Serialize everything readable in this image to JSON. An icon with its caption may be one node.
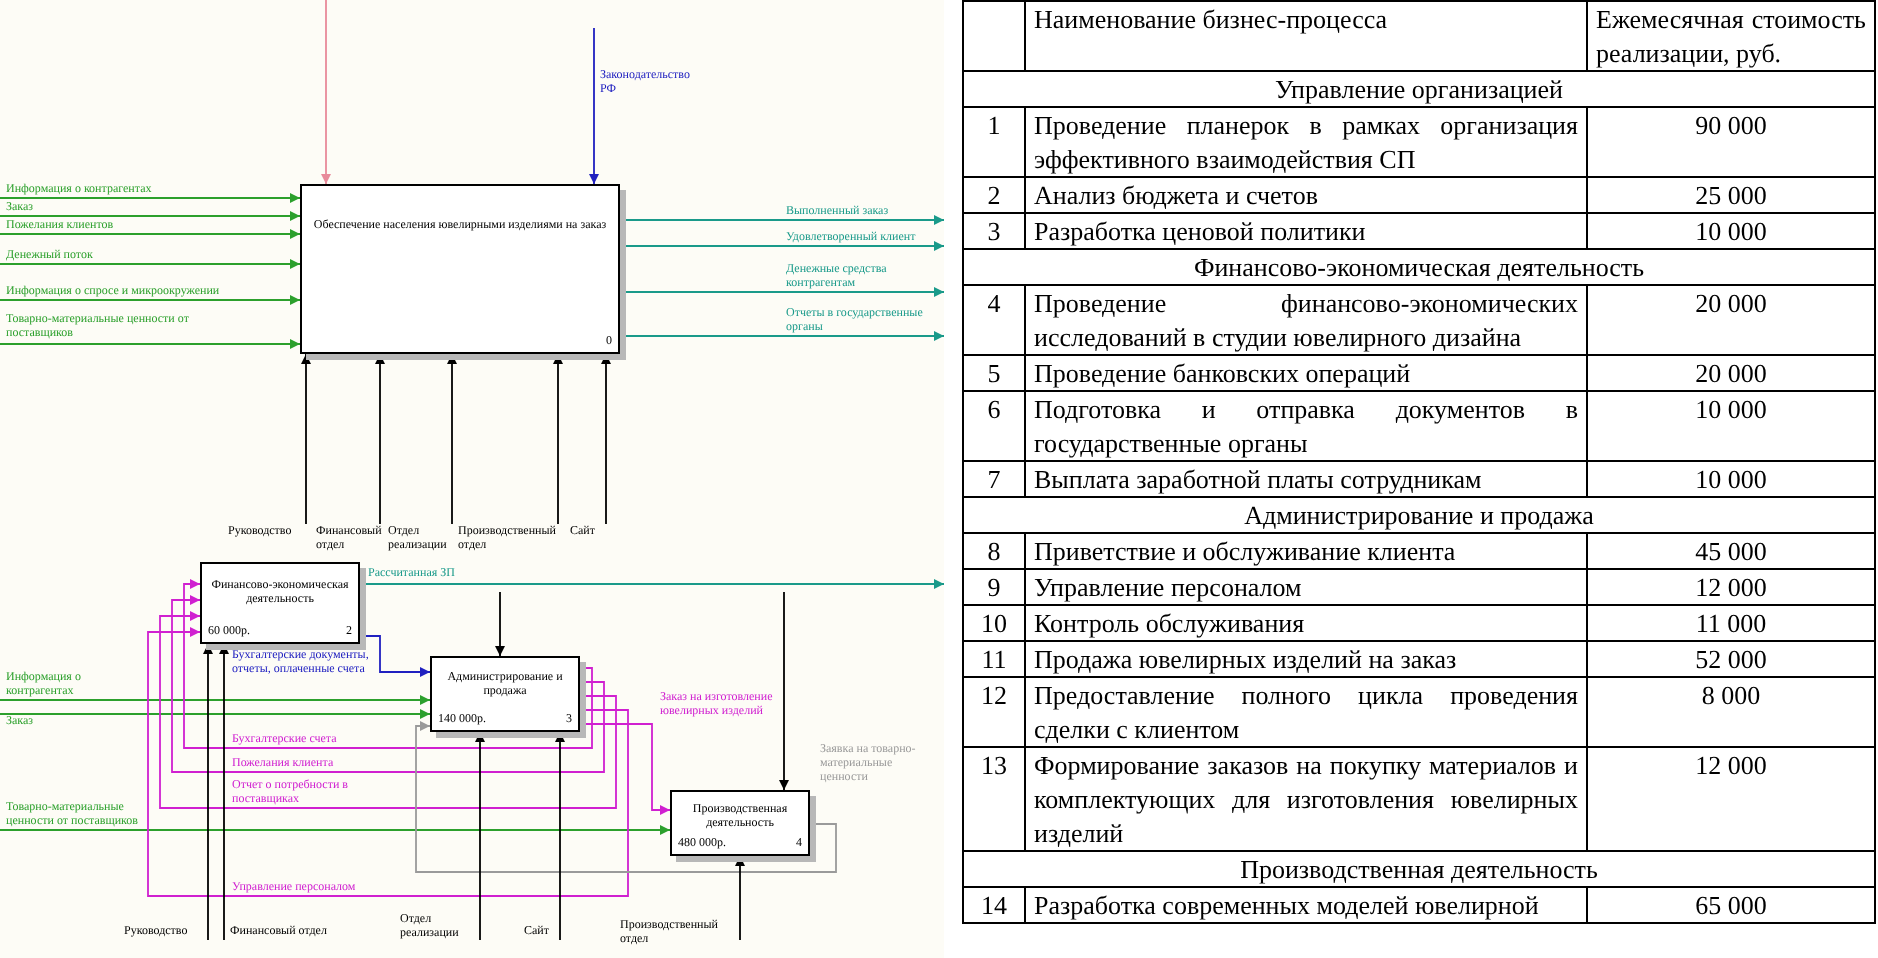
{
  "diagram": {
    "nodes": [
      {
        "text": [
          "Обеспечение населения ювелирными изделиями на заказ",
          "0"
        ]
      },
      {
        "text": [
          "Финансово-экономическая деятельность",
          "60 000р.",
          "2"
        ]
      },
      {
        "text": [
          "Администрирование и продажа",
          "140 000р.",
          "3"
        ]
      },
      {
        "text": [
          "Производственная деятельность",
          "480 000р.",
          "4"
        ]
      }
    ],
    "edges": [
      {
        "from": null,
        "to": 0,
        "arrow": "to",
        "label": "Информация о контрагентах",
        "color": "#2ca02c"
      },
      {
        "from": null,
        "to": 0,
        "arrow": "to",
        "label": "Заказ",
        "color": "#2ca02c"
      },
      {
        "from": null,
        "to": 0,
        "arrow": "to",
        "label": "Пожелания клиентов",
        "color": "#2ca02c"
      },
      {
        "from": null,
        "to": 0,
        "arrow": "to",
        "label": "Денежный поток",
        "color": "#2ca02c"
      },
      {
        "from": null,
        "to": 0,
        "arrow": "to",
        "label": "Информация о спросе и микроокружении",
        "color": "#2ca02c"
      },
      {
        "from": null,
        "to": 0,
        "arrow": "to",
        "label": "Товарно-материальные ценности от поставщиков",
        "color": "#2ca02c"
      },
      {
        "from": null,
        "to": 0,
        "arrow": "to",
        "color": "#e88a9a"
      },
      {
        "from": null,
        "to": 0,
        "arrow": "to",
        "label": "Законодательство РФ",
        "color": "#2020c0"
      },
      {
        "from": 0,
        "to": null,
        "arrow": "to",
        "label": "Выполненный заказ",
        "color": "#1a9a8a"
      },
      {
        "from": 0,
        "to": null,
        "arrow": "to",
        "label": "Удовлетворенный клиент",
        "color": "#1a9a8a"
      },
      {
        "from": 0,
        "to": null,
        "arrow": "to",
        "label": "Денежные средства контрагентам",
        "color": "#1a9a8a"
      },
      {
        "from": 0,
        "to": null,
        "arrow": "to",
        "label": "Отчеты в государственные органы",
        "color": "#1a9a8a"
      },
      {
        "from": null,
        "to": 0,
        "arrow": "to",
        "label": "Руководство"
      },
      {
        "from": null,
        "to": 0,
        "arrow": "to",
        "label": "Финансовый отдел"
      },
      {
        "from": null,
        "to": 0,
        "arrow": "to",
        "label": "Отдел реализации"
      },
      {
        "from": null,
        "to": 0,
        "arrow": "to",
        "label": "Производственный отдел"
      },
      {
        "from": null,
        "to": 0,
        "arrow": "to",
        "label": "Сайт"
      },
      {
        "from": null,
        "to": 2,
        "arrow": "to",
        "label": "Информация о контрагентах",
        "color": "#2ca02c"
      },
      {
        "from": null,
        "to": 2,
        "arrow": "to",
        "label": "Заказ",
        "color": "#2ca02c"
      },
      {
        "from": null,
        "to": 3,
        "arrow": "to",
        "label": "Товарно-материальные ценности от поставщиков",
        "color": "#2ca02c"
      },
      {
        "from": 1,
        "to": null,
        "arrow": "to",
        "label": "Рассчитанная ЗП",
        "color": "#1a9a8a"
      },
      {
        "from": 1,
        "to": 2,
        "arrow": "to",
        "label": "Бухгалтерские документы, отчеты, оплаченные счета",
        "color": "#2020c0"
      },
      {
        "from": 2,
        "to": 1,
        "arrow": "to",
        "label": "Бухгалтерские счета",
        "color": "#d020d0"
      },
      {
        "from": 2,
        "to": 1,
        "arrow": "to",
        "label": "Пожелания клиента",
        "color": "#d020d0"
      },
      {
        "from": 2,
        "to": 1,
        "arrow": "to",
        "label": "Отчет о потребности в поставщиках",
        "color": "#d020d0"
      },
      {
        "from": 2,
        "to": 1,
        "arrow": "to",
        "label": "Управление персоналом",
        "color": "#d020d0"
      },
      {
        "from": 2,
        "to": 3,
        "arrow": "to",
        "label": "Заказ на изготовление ювелирных изделий",
        "color": "#d020d0"
      },
      {
        "from": 3,
        "to": 2,
        "arrow": "to",
        "label": "Заявка на товарно-материальные ценности",
        "color": "#9a9a9a"
      },
      {
        "from": null,
        "to": 1,
        "arrow": "to",
        "label": "Руководство"
      },
      {
        "from": null,
        "to": 1,
        "arrow": "to",
        "label": "Финансовый отдел"
      },
      {
        "from": null,
        "to": 2,
        "arrow": "to",
        "label": "Отдел реализации"
      },
      {
        "from": null,
        "to": 2,
        "arrow": "to",
        "label": "Сайт"
      },
      {
        "from": null,
        "to": 3,
        "arrow": "to",
        "label": "Производственный отдел"
      },
      {
        "from": null,
        "to": 2,
        "arrow": "to"
      },
      {
        "from": null,
        "to": 3,
        "arrow": "to"
      }
    ],
    "labels": [
      "Наименование бизнес-процесса",
      "Ежемесячная стоимость реализации, руб.",
      "Управление организацией",
      "1",
      "Проведение планерок в рамках организация эффективного взаимодействия СП",
      "90 000",
      "2",
      "Анализ бюджета и счетов",
      "25 000",
      "3",
      "Разработка ценовой политики",
      "10 000",
      "Финансово-экономическая деятельность",
      "4",
      "Проведение финансово-экономических исследований в студии ювелирного дизайна",
      "20 000",
      "5",
      "Проведение банковских операций",
      "20 000",
      "6",
      "Подготовка и отправка документов в государственные органы",
      "10 000",
      "7",
      "Выплата заработной платы сотрудникам",
      "10 000",
      "Администрирование и продажа",
      "8",
      "Приветствие и обслуживание клиента",
      "45 000",
      "9",
      "Управление персоналом",
      "12 000",
      "10",
      "Контроль обслуживания",
      "11 000",
      "11",
      "Продажа ювелирных изделий на заказ",
      "52 000",
      "12",
      "Предоставление полного цикла проведения сделки с клиентом",
      "8 000",
      "13",
      "Формирование заказов на покупку материалов и комплектующих для изготовления ювелирных изделий",
      "12 000",
      "Производственная деятельность",
      "14",
      "Разработка современных моделей ювелирной",
      "65 000"
    ]
  }
}
